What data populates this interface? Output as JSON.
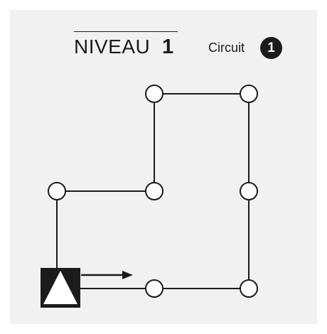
{
  "header": {
    "level_label": "NIVEAU",
    "level_number": "1",
    "circuit_label": "Circuit",
    "circuit_number": "1"
  },
  "colors": {
    "panel_background": "#f1f1f1",
    "ink": "#1b1b1b",
    "node_fill": "#ffffff"
  },
  "diagram": {
    "nodes": [
      "node-1",
      "node-2",
      "node-3",
      "node-4",
      "node-5",
      "node-6",
      "node-7"
    ],
    "start_marker": "robot-start-icon",
    "direction_arrow": "right-arrow-icon"
  }
}
